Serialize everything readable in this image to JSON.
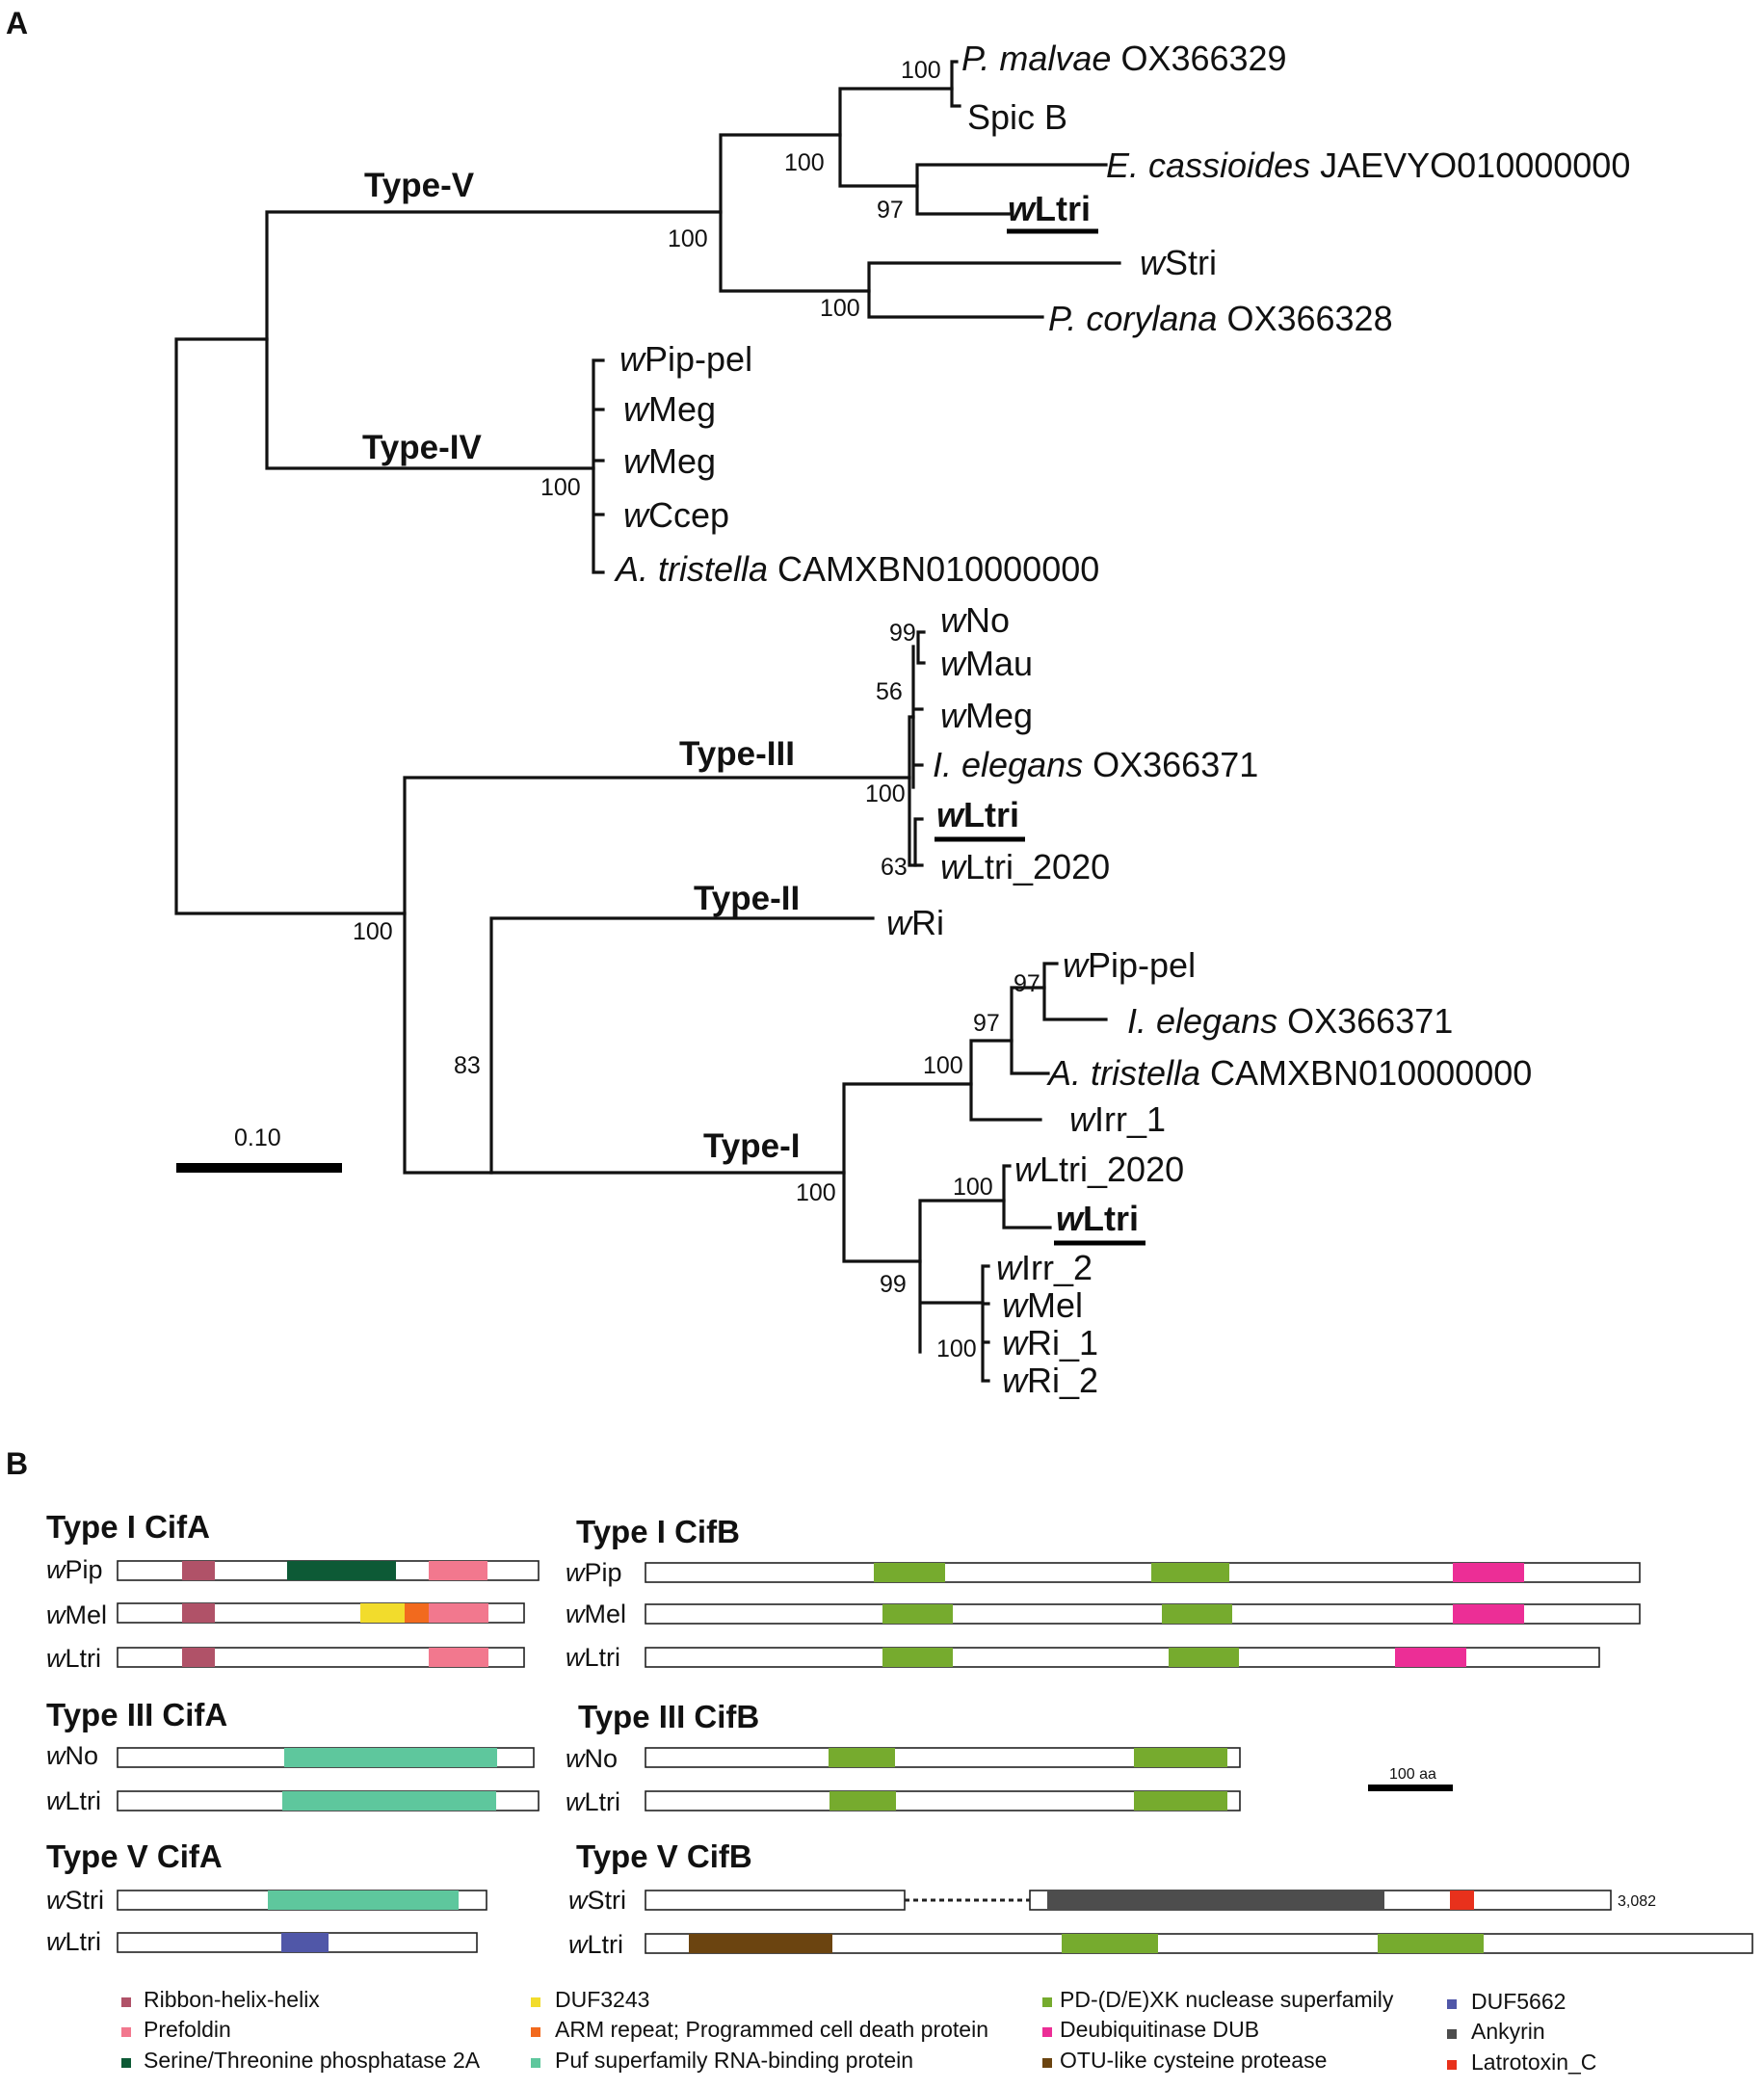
{
  "panels": {
    "a": "A",
    "b": "B"
  },
  "tree": {
    "scale_label": "0.10",
    "types": {
      "v": "Type-V",
      "iv": "Type-IV",
      "iii": "Type-III",
      "ii": "Type-II",
      "i": "Type-I"
    },
    "tips": {
      "v1": {
        "it": "P. malvae",
        "rest": " OX366329"
      },
      "v2": {
        "it": "",
        "rest": "Spic B"
      },
      "v3": {
        "it": "E. cassioides",
        "rest": " JAEVYO010000000"
      },
      "v4": {
        "it": "w",
        "rest": "Ltri"
      },
      "v5": {
        "it": "w",
        "rest": "Stri"
      },
      "v6": {
        "it": "P. corylana",
        "rest": " OX366328"
      },
      "iv1": {
        "it": "w",
        "rest": "Pip-pel"
      },
      "iv2": {
        "it": "w",
        "rest": "Meg"
      },
      "iv3": {
        "it": "w",
        "rest": "Meg"
      },
      "iv4": {
        "it": "w",
        "rest": "Ccep"
      },
      "iv5": {
        "it": "A. tristella",
        "rest": " CAMXBN010000000"
      },
      "iii1": {
        "it": "w",
        "rest": "No"
      },
      "iii2": {
        "it": "w",
        "rest": "Mau"
      },
      "iii3": {
        "it": "w",
        "rest": "Meg"
      },
      "iii4": {
        "it": "I. elegans",
        "rest": " OX366371"
      },
      "iii5": {
        "it": "w",
        "rest": "Ltri"
      },
      "iii6": {
        "it": "w",
        "rest": "Ltri_2020"
      },
      "ii1": {
        "it": "w",
        "rest": "Ri"
      },
      "i1": {
        "it": "w",
        "rest": "Pip-pel"
      },
      "i2": {
        "it": "I. elegans",
        "rest": " OX366371"
      },
      "i3": {
        "it": "A. tristella",
        "rest": " CAMXBN010000000"
      },
      "i4": {
        "it": "w",
        "rest": "Irr_1"
      },
      "i5": {
        "it": "w",
        "rest": "Ltri_2020"
      },
      "i6": {
        "it": "w",
        "rest": "Ltri"
      },
      "i7": {
        "it": "w",
        "rest": "Irr_2"
      },
      "i8": {
        "it": "w",
        "rest": "Mel"
      },
      "i9": {
        "it": "w",
        "rest": "Ri_1"
      },
      "i10": {
        "it": "w",
        "rest": "Ri_2"
      }
    },
    "bootstraps": {
      "b1": "100",
      "b2": "100",
      "b3": "97",
      "b4": "100",
      "b5": "100",
      "b6": "100",
      "b7": "99",
      "b8": "56",
      "b9": "100",
      "b10": "63",
      "b11": "100",
      "b12": "83",
      "b13": "97",
      "b14": "97",
      "b15": "100",
      "b16": "100",
      "b17": "100",
      "b18": "99",
      "b19": "100"
    }
  },
  "domains": {
    "sections": {
      "s1": "Type I CifA",
      "s2": "Type I CifB",
      "s3": "Type III CifA",
      "s4": "Type III CifB",
      "s5": "Type V CifA",
      "s6": "Type V CifB"
    },
    "strains": {
      "r1": {
        "it": "w",
        "rest": "Pip"
      },
      "r2": {
        "it": "w",
        "rest": "Mel"
      },
      "r3": {
        "it": "w",
        "rest": "Ltri"
      },
      "r4": {
        "it": "w",
        "rest": "Pip"
      },
      "r5": {
        "it": "w",
        "rest": "Mel"
      },
      "r6": {
        "it": "w",
        "rest": "Ltri"
      },
      "r7": {
        "it": "w",
        "rest": "No"
      },
      "r8": {
        "it": "w",
        "rest": "Ltri"
      },
      "r9": {
        "it": "w",
        "rest": "No"
      },
      "r10": {
        "it": "w",
        "rest": "Ltri"
      },
      "r11": {
        "it": "w",
        "rest": "Stri"
      },
      "r12": {
        "it": "w",
        "rest": "Ltri"
      },
      "r13": {
        "it": "w",
        "rest": "Stri"
      },
      "r14": {
        "it": "w",
        "rest": "Ltri"
      }
    },
    "scale_label": "100 aa",
    "length_label": "3,082",
    "legend": {
      "l1": {
        "label": "Ribbon-helix-helix",
        "color": "#b05268"
      },
      "l2": {
        "label": "Prefoldin",
        "color": "#f2788e"
      },
      "l3": {
        "label": "Serine/Threonine phosphatase 2A",
        "color": "#0d5a36"
      },
      "l4": {
        "label": "DUF3243",
        "color": "#f2dc2c"
      },
      "l5": {
        "label": "ARM repeat; Programmed cell death protein",
        "color": "#f26a1e"
      },
      "l6": {
        "label": "Puf superfamily RNA-binding protein",
        "color": "#5ec79d"
      },
      "l7": {
        "label": "PD-(D/E)XK nuclease superfamily",
        "color": "#76ab2e"
      },
      "l8": {
        "label": "Deubiquitinase DUB",
        "color": "#ec2e96"
      },
      "l9": {
        "label": "OTU-like cysteine protease",
        "color": "#6b4410"
      },
      "l10": {
        "label": "DUF5662",
        "color": "#5057a8"
      },
      "l11": {
        "label": "Ankyrin",
        "color": "#4d4d4d"
      },
      "l12": {
        "label": "Latrotoxin_C",
        "color": "#e8311c"
      }
    }
  }
}
